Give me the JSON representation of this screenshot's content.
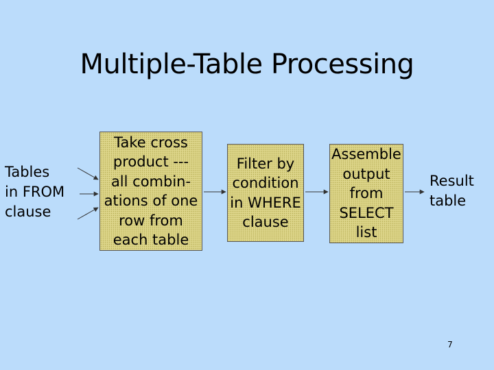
{
  "slide": {
    "title": "Multiple-Table Processing",
    "page_number": "7"
  },
  "diagram": {
    "input_label": [
      "Tables",
      "in FROM",
      "clause"
    ],
    "steps": [
      {
        "lines": [
          "Take cross",
          "product ---",
          "all combin-",
          "ations of one",
          "row from",
          "each table"
        ]
      },
      {
        "lines": [
          "Filter by",
          "condition",
          "in WHERE",
          "clause"
        ]
      },
      {
        "lines": [
          "Assemble",
          "output",
          "from",
          "SELECT",
          "list"
        ]
      }
    ],
    "output_label": [
      "Result",
      "table"
    ]
  },
  "colors": {
    "background": "#bbdcfb",
    "box_fill": "#ddd58a",
    "arrow": "#333333"
  }
}
